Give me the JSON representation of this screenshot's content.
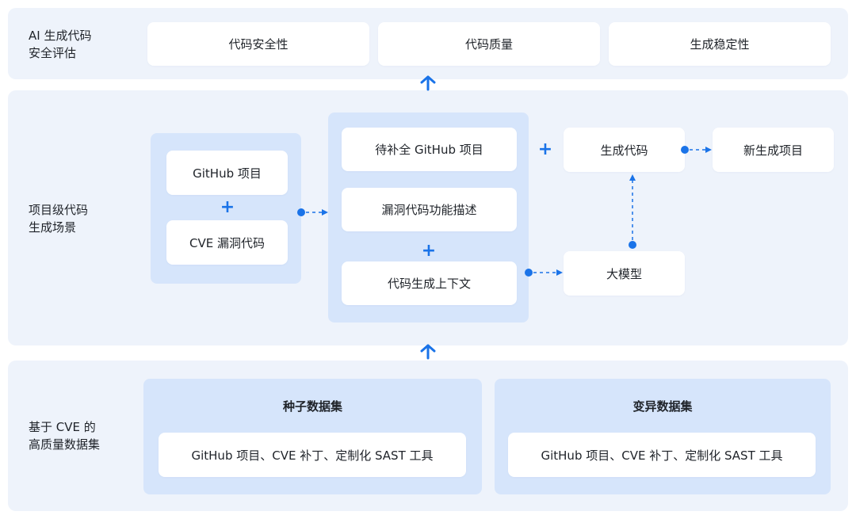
{
  "bands": {
    "top": {
      "label_lines": [
        "AI 生成代码",
        "安全评估"
      ]
    },
    "middle": {
      "label_lines": [
        "项目级代码",
        "生成场景"
      ]
    },
    "bottom": {
      "label_lines": [
        "基于 CVE 的",
        "高质量数据集"
      ]
    }
  },
  "evaluation": {
    "items": [
      "代码安全性",
      "代码质量",
      "生成稳定性"
    ]
  },
  "scenario": {
    "left_group": [
      "GitHub 项目",
      "CVE 漏洞代码"
    ],
    "center_group": [
      "待补全 GitHub 项目",
      "漏洞代码功能描述",
      "代码生成上下文"
    ],
    "generated_code": "生成代码",
    "new_project": "新生成项目",
    "llm": "大模型",
    "plus_symbol": "+"
  },
  "datasets": {
    "seed": {
      "title": "种子数据集",
      "content": "GitHub 项目、CVE 补丁、定制化 SAST 工具"
    },
    "mutated": {
      "title": "变异数据集",
      "content": "GitHub 项目、CVE 补丁、定制化 SAST 工具"
    }
  },
  "colors": {
    "accent": "#1a73e8",
    "band_bg": "#eef3fb",
    "group_bg": "#d6e5fb",
    "box_bg": "#ffffff"
  }
}
